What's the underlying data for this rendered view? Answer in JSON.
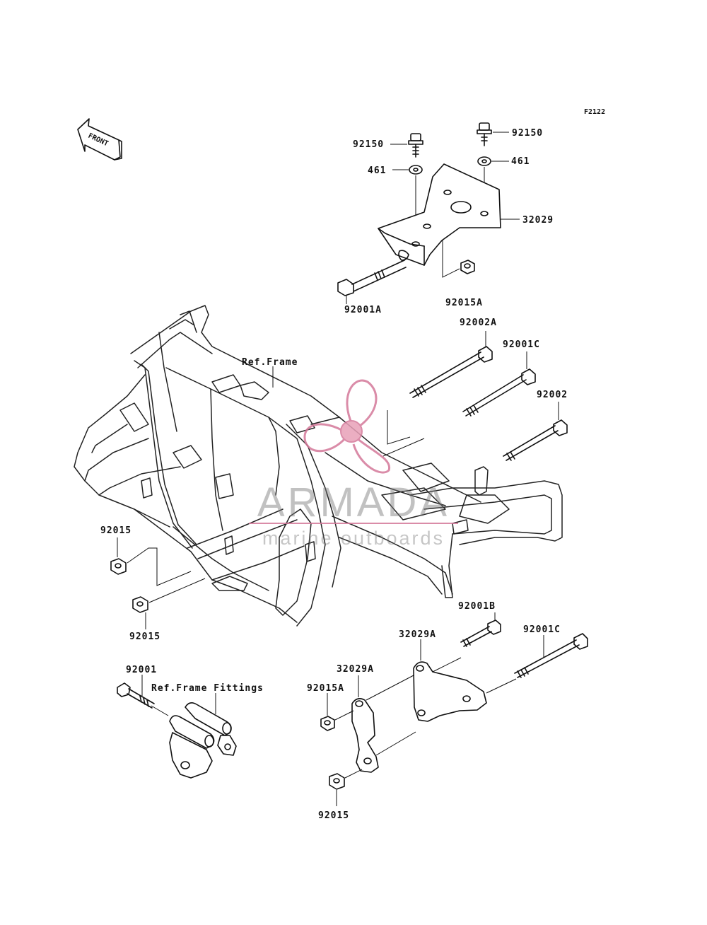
{
  "diagram_code": "F2122",
  "front_label": "FRONT",
  "labels": {
    "p92150_left": "92150",
    "p92150_right": "92150",
    "p461_left": "461",
    "p461_right": "461",
    "p32029": "32029",
    "p92001A": "92001A",
    "p92015A_top": "92015A",
    "p92002A": "92002A",
    "p92001C_top": "92001C",
    "p92002": "92002",
    "ref_frame": "Ref.Frame",
    "p92015_left": "92015",
    "p92015_mid": "92015",
    "p92001B": "92001B",
    "p32029A_right": "32029A",
    "p92001C_bottom": "92001C",
    "p32029A_left": "32029A",
    "p92015A_bottom": "92015A",
    "p92001": "92001",
    "ref_frame_fittings": "Ref.Frame Fittings",
    "p92015_bottom": "92015"
  },
  "watermark": {
    "brand": "ARMADA",
    "tagline": "marine outboards",
    "color": "#d4789a"
  }
}
